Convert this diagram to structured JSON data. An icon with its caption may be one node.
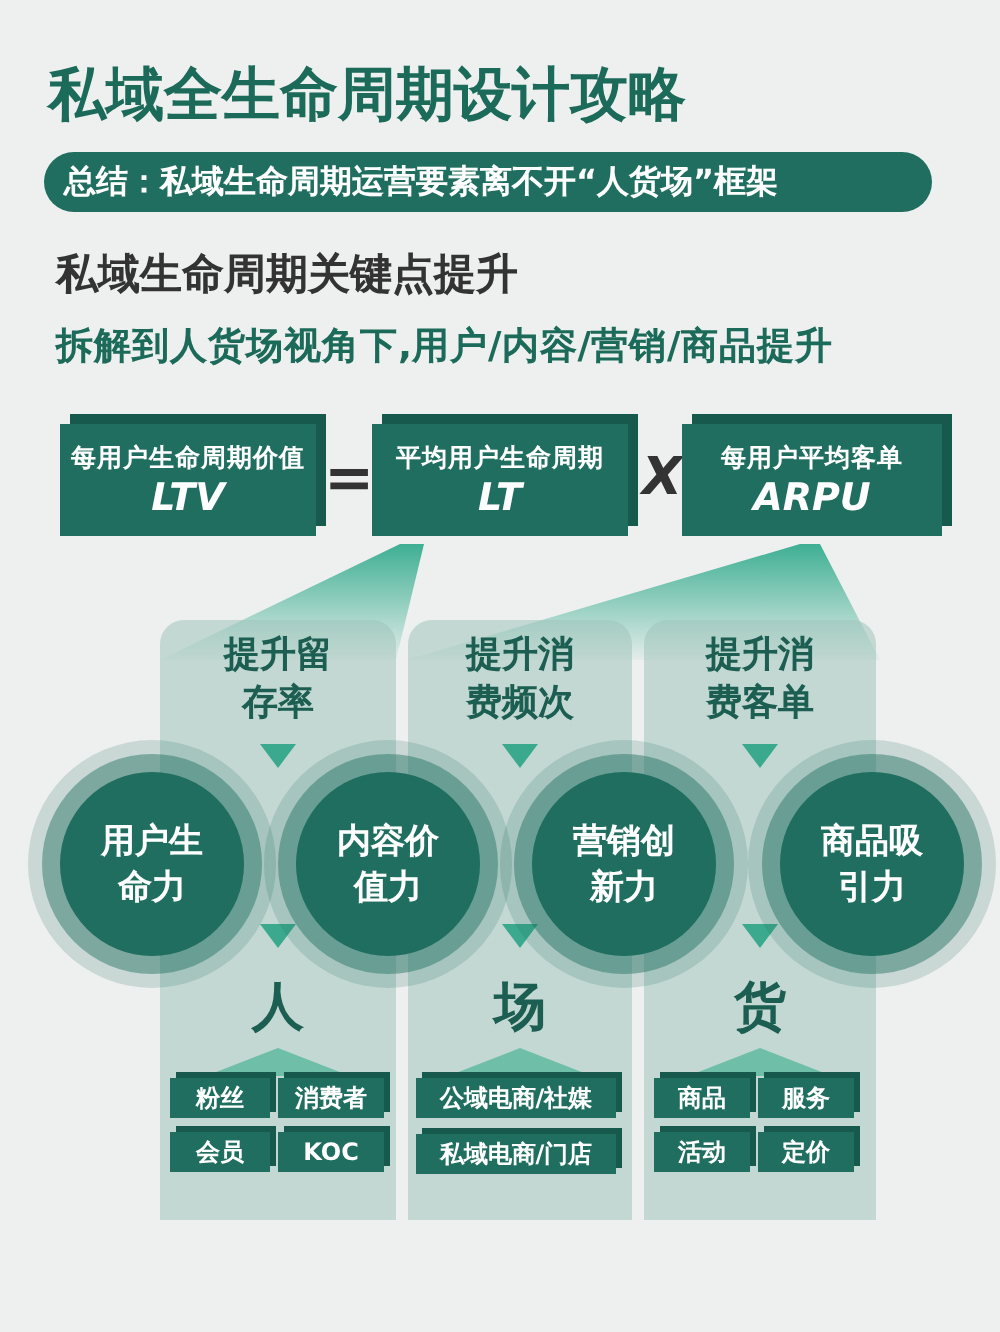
{
  "diagram": {
    "title": "私域全生命周期设计攻略",
    "nodes": [
      {
        "text": [
          "每用户生命周期价值",
          "LTV"
        ]
      },
      {
        "text": [
          "平均用户生命周期",
          "LT"
        ]
      },
      {
        "text": [
          "每用户平均客单",
          "ARPU"
        ]
      },
      {
        "text": [
          "提升留存率"
        ]
      },
      {
        "text": [
          "提升消费频次"
        ]
      },
      {
        "text": [
          "提升消费客单"
        ]
      },
      {
        "text": [
          "用户生命力"
        ]
      },
      {
        "text": [
          "内容价值力"
        ]
      },
      {
        "text": [
          "营销创新力"
        ]
      },
      {
        "text": [
          "商品吸引力"
        ]
      },
      {
        "text": [
          "人"
        ],
        "in": 3
      },
      {
        "text": [
          "粉丝"
        ],
        "in": 3
      },
      {
        "text": [
          "消费者"
        ],
        "in": 3
      },
      {
        "text": [
          "会员"
        ],
        "in": 3
      },
      {
        "text": [
          "KOC"
        ],
        "in": 3
      },
      {
        "text": [
          "场"
        ],
        "in": 4
      },
      {
        "text": [
          "公域电商/社媒"
        ],
        "in": 4
      },
      {
        "text": [
          "私域电商/门店"
        ],
        "in": 4
      },
      {
        "text": [
          "货"
        ],
        "in": 5
      },
      {
        "text": [
          "商品"
        ],
        "in": 5
      },
      {
        "text": [
          "服务"
        ],
        "in": 5
      },
      {
        "text": [
          "活动"
        ],
        "in": 5
      },
      {
        "text": [
          "定价"
        ],
        "in": 5
      }
    ],
    "edges": [],
    "labels": [
      "总结：私域生命周期运营要素离不开“人货场”框架",
      "私域生命周期关键点提升",
      "拆解到人货场视角下,用户/内容/营销/商品提升",
      "=",
      "X"
    ]
  }
}
